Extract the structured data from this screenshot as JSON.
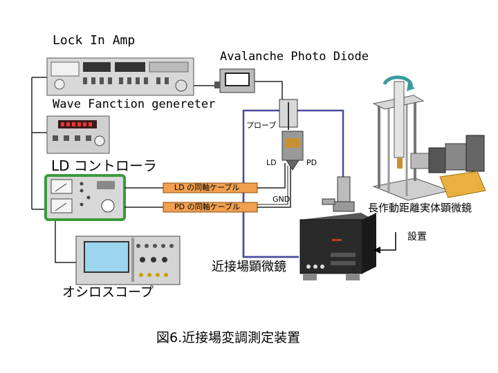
{
  "labels": {
    "lock_in_amp": "Lock In Amp",
    "apd": "Avalanche Photo Diode",
    "wave_function_generator": "Wave Fanction genereter",
    "ld_controller": "LD コントローラ",
    "probe": "プローブ",
    "ld": "LD",
    "pd": "PD",
    "gnd": "GND",
    "ld_cable": "LD の同軸ケーブル",
    "pd_cable": "PD の同軸ケーブル",
    "long_distance_microscope": "長作動距離実体顕微鏡",
    "installation": "設置",
    "snom": "近接場顕微鏡",
    "oscilloscope": "オシロスコープ",
    "caption": "図6.近接場変調測定装置"
  },
  "colors": {
    "frame_line": "#4a4a9a",
    "cable_orange": "#f0a050",
    "controller_border": "#3a9a3a",
    "oscilloscope_screen": "#9bd6ee",
    "stage_block": "#e8b040",
    "instrument_gray": "#c8c8c8"
  }
}
